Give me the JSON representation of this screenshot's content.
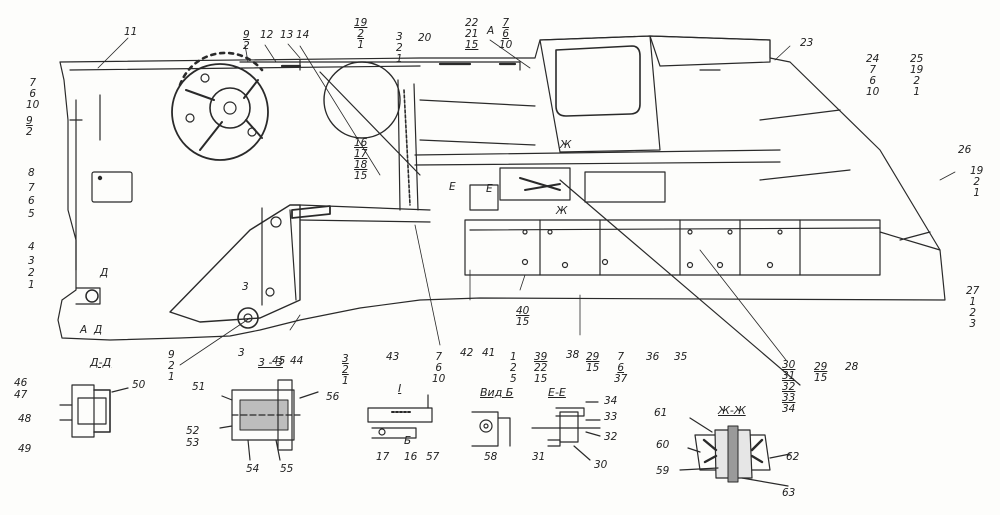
{
  "labels": {
    "l11": "11",
    "l12": "12",
    "l13": "13",
    "l14": "14",
    "l20": "20",
    "lA": "A",
    "l23": "23",
    "l26": "26",
    "l8": "8",
    "l7b": "7",
    "l6b": "6",
    "l5": "5",
    "l4": "4",
    "l3": "3",
    "l2": "2",
    "l1": "1",
    "lD1": "Д",
    "lD2": "Д",
    "lA2": "А",
    "l3b": "3",
    "l3c": "3",
    "lEa": "Е",
    "lEb": "Е",
    "lXa": "Ж",
    "lXb": "Ж",
    "l16b": "16",
    "l17b": "17",
    "l15b": "15",
    "l45": "45",
    "l44": "44",
    "l43": "43",
    "l42": "42",
    "l41": "41",
    "l38": "38",
    "l36": "36",
    "l35": "35",
    "l28": "28",
    "l46": "46",
    "l47": "47",
    "l48": "48",
    "l49": "49",
    "l50": "50",
    "l51": "51",
    "l52": "52",
    "l53": "53",
    "l54": "54",
    "l55": "55",
    "l56": "56",
    "lI": "I",
    "lB": "Б",
    "l17c": "17",
    "l16c": "16",
    "l57": "57",
    "l58": "58",
    "l34": "34",
    "l33": "33",
    "l32": "32",
    "l31": "31",
    "l30": "30",
    "l61": "61",
    "l60": "60",
    "l59": "59",
    "l62": "62",
    "l63": "63",
    "l40a": "40"
  },
  "stacks": {
    "s7610": [
      "7",
      "6",
      "10"
    ],
    "s92": [
      "9",
      "2"
    ],
    "s912": [
      "9",
      "2"
    ],
    "s1921": [
      "19",
      "2",
      "1"
    ],
    "s321": [
      "3",
      "2",
      "1"
    ],
    "s222115": [
      "22",
      "21",
      "15"
    ],
    "s7610b": [
      "7",
      "6",
      "10"
    ],
    "s247610": [
      "24",
      "7",
      "6",
      "10"
    ],
    "s251921": [
      "25",
      "19",
      "2",
      "1"
    ],
    "s1921b": [
      "19",
      "2",
      "1"
    ],
    "s2723": [
      "27",
      "1",
      "2",
      "3"
    ],
    "s4015": [
      "40",
      "15"
    ],
    "s1625": [
      "16",
      "17",
      "18",
      "15"
    ],
    "s921": [
      "9",
      "2",
      "1"
    ],
    "s321b": [
      "3",
      "2",
      "1"
    ],
    "s7610c": [
      "7",
      "6",
      "10"
    ],
    "s125": [
      "1",
      "2",
      "5"
    ],
    "s392215": [
      "39",
      "22",
      "15"
    ],
    "s2915": [
      "29",
      "15"
    ],
    "s7637": [
      "7",
      "6",
      "37"
    ],
    "s3034": [
      "30",
      "31",
      "32",
      "33",
      "34"
    ],
    "s2915b": [
      "29",
      "15"
    ]
  },
  "sections": {
    "dd": "Д-Д",
    "s33": "3 - 3",
    "vidb": "Вид Б",
    "ee": "Е-Е",
    "xx": "Ж-Ж",
    "s1": "I"
  }
}
